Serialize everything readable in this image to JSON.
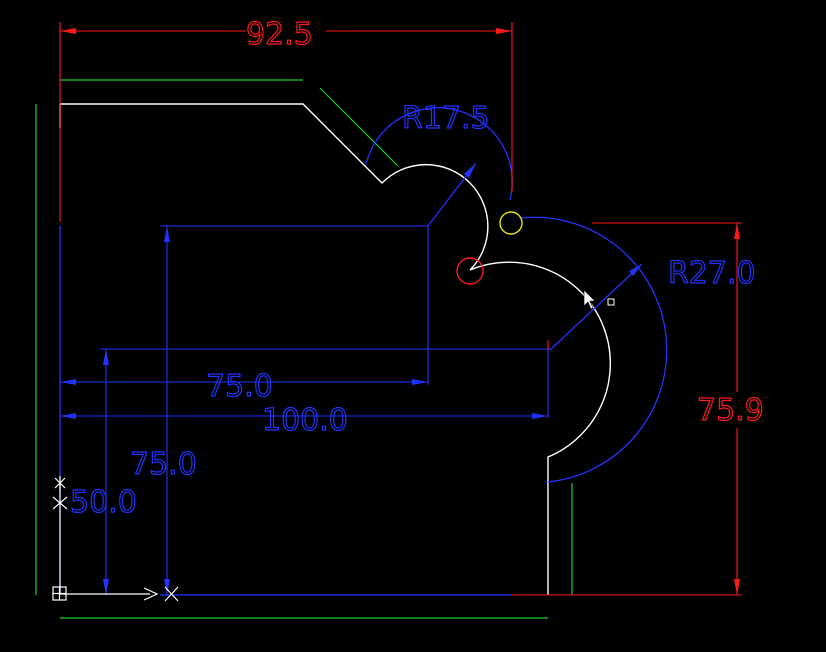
{
  "colors": {
    "background": "#000000",
    "geometry": "#ffffff",
    "dimension_red": "#ff1a1a",
    "dimension_blue": "#2233ff",
    "construction_green": "#22cc22",
    "snap_red": "#ff1a1a",
    "snap_yellow": "#e6e60e"
  },
  "dimensions": {
    "top_width": "92.5",
    "small_radius": "R17.5",
    "large_radius": "R27.0",
    "right_height": "75.9",
    "horizontal_75": "75.0",
    "horizontal_100": "100.0",
    "vertical_75": "75.0",
    "vertical_50": "50.0"
  },
  "icons": {
    "cursor": "arrow-cursor-icon",
    "ucs": "ucs-icon"
  }
}
